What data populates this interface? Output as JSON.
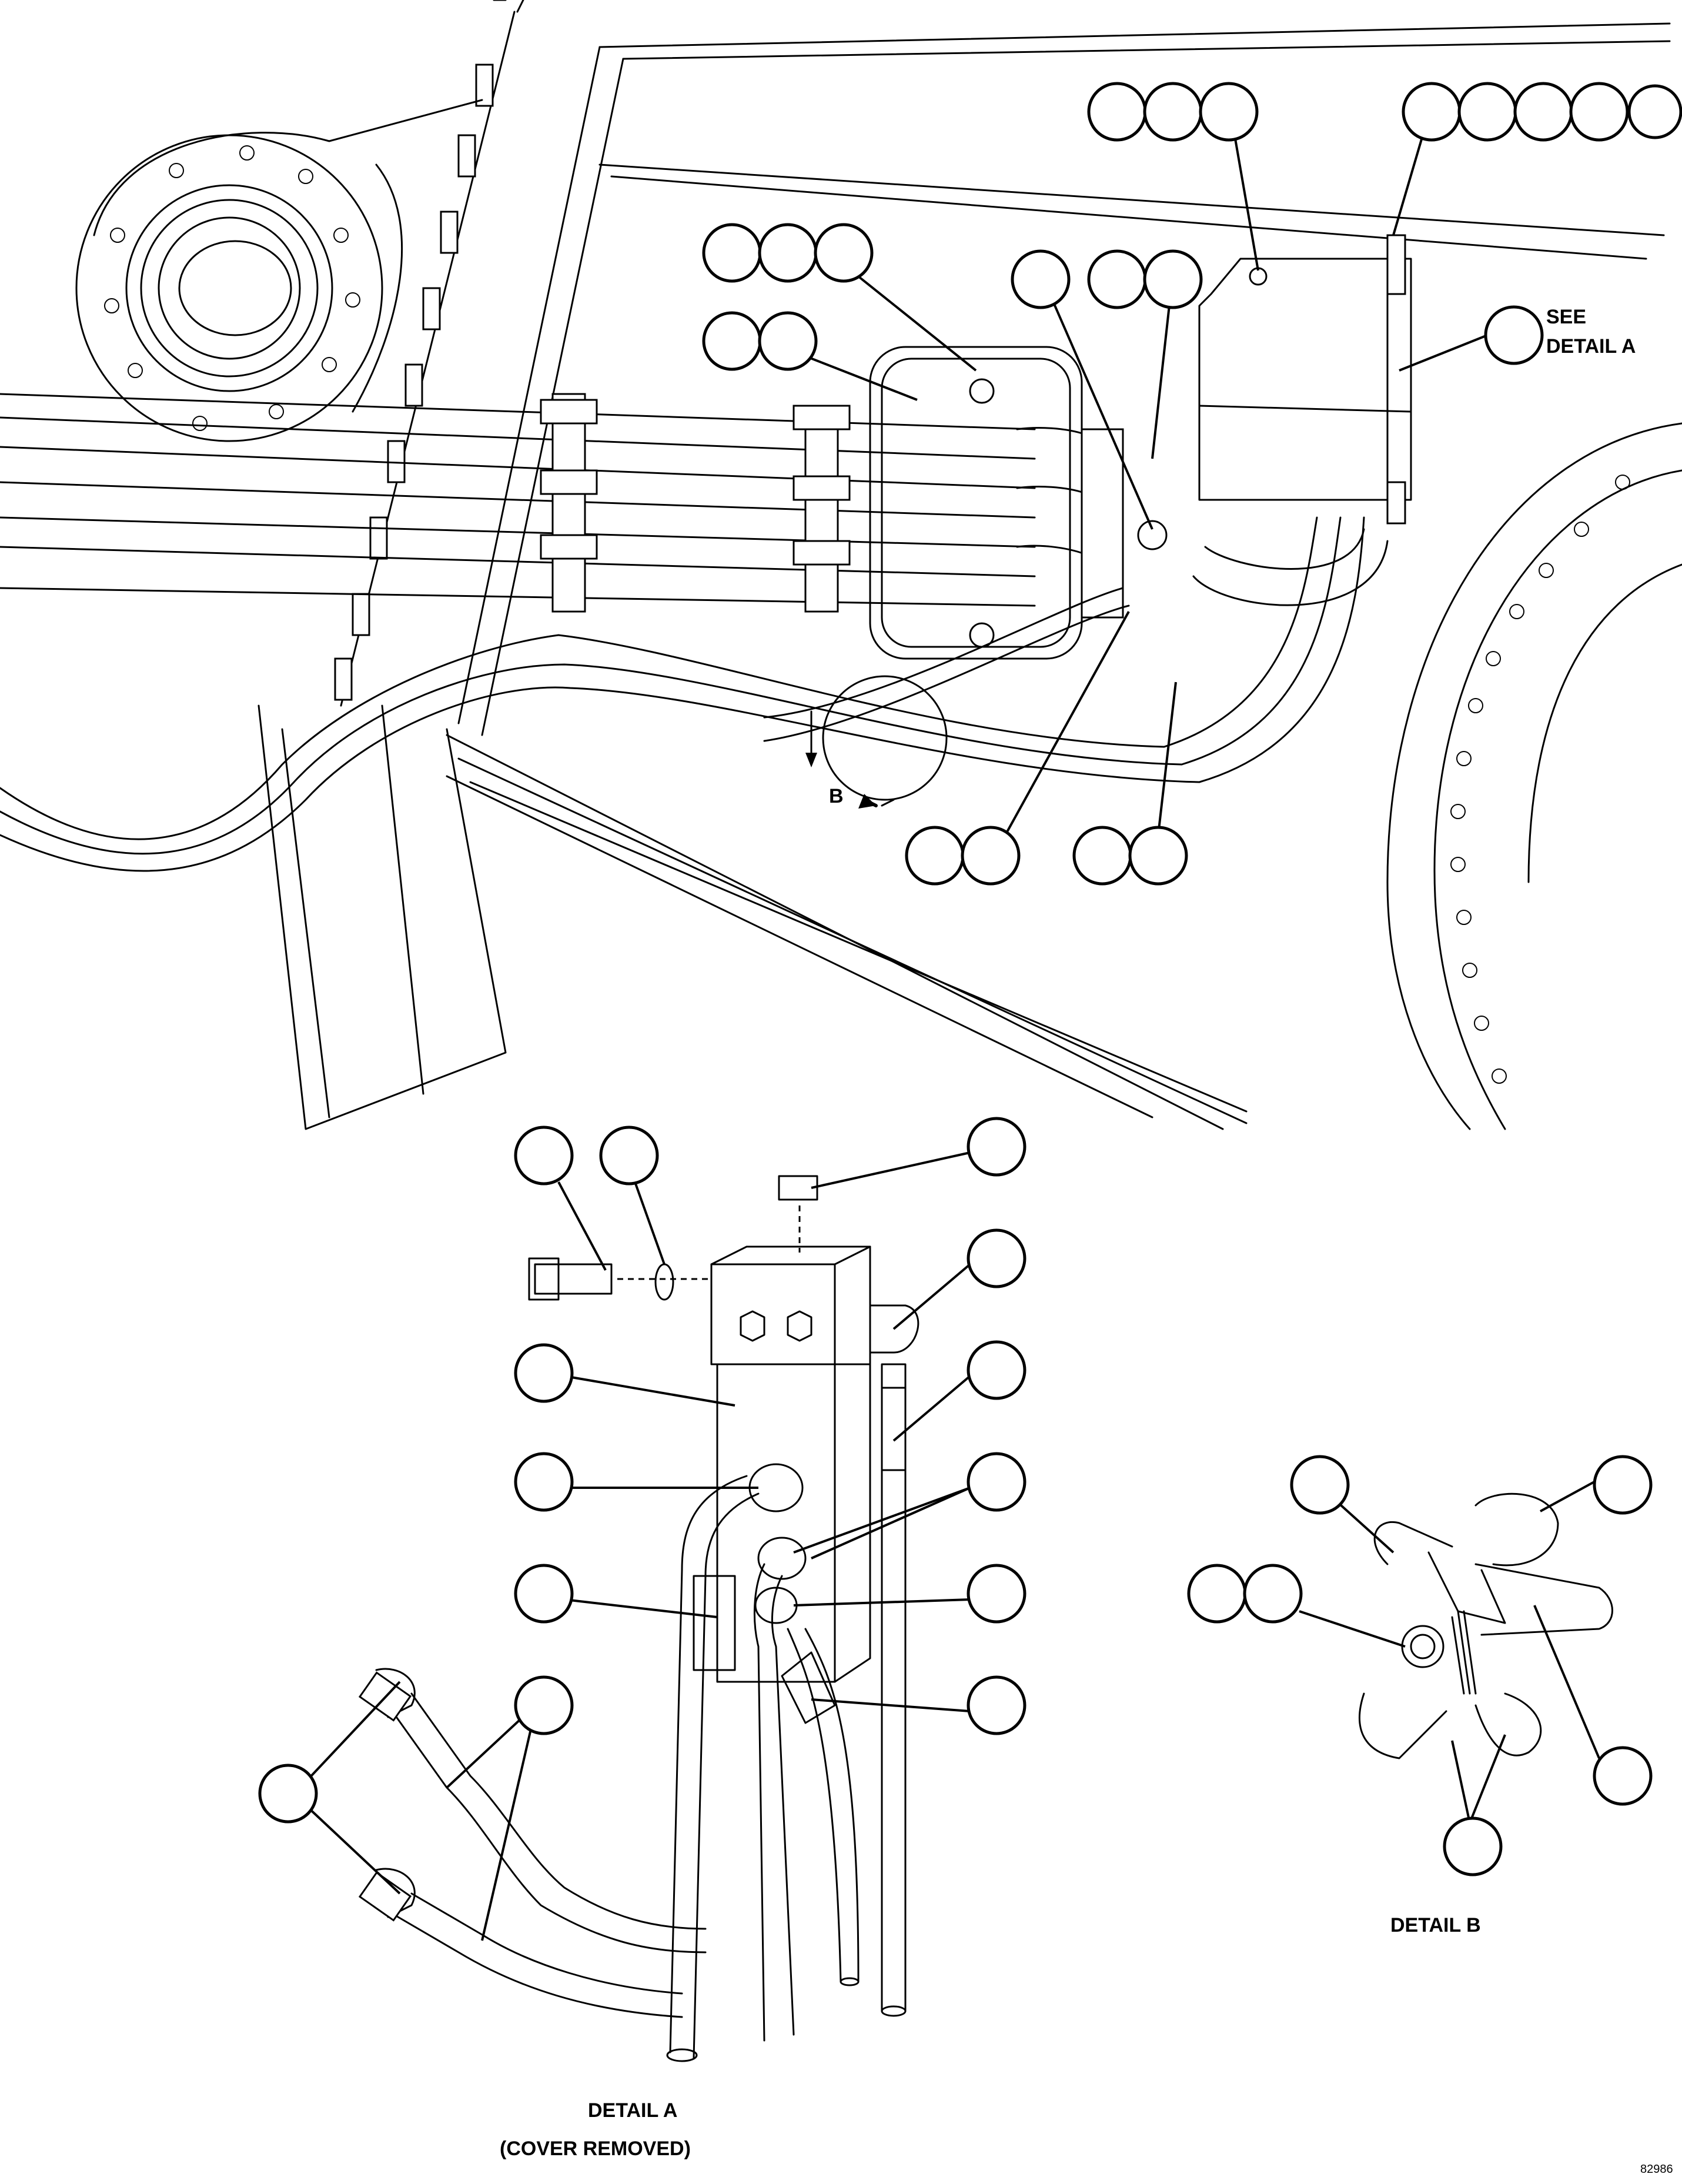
{
  "drawing_id": "82986",
  "labels": {
    "see_detail_a_line1": "SEE",
    "see_detail_a_line2": "DETAIL A",
    "view_b": "B",
    "detail_a_title": "DETAIL A",
    "detail_a_subtitle": "(COVER REMOVED)",
    "detail_b_title": "DETAIL B"
  },
  "balloon_groups": {
    "top": [
      "",
      "",
      "",
      "",
      "",
      "",
      "",
      ""
    ],
    "mid_left": [
      "",
      "",
      "",
      "",
      ""
    ],
    "mid_right": [
      "",
      "",
      ""
    ],
    "see_a": [
      ""
    ],
    "lower": [
      "",
      "",
      "",
      ""
    ],
    "detail_a": [
      "",
      "",
      "",
      "",
      "",
      "",
      "",
      "",
      "",
      "",
      "",
      ""
    ],
    "detail_b": [
      "",
      "",
      "",
      "",
      ""
    ]
  }
}
